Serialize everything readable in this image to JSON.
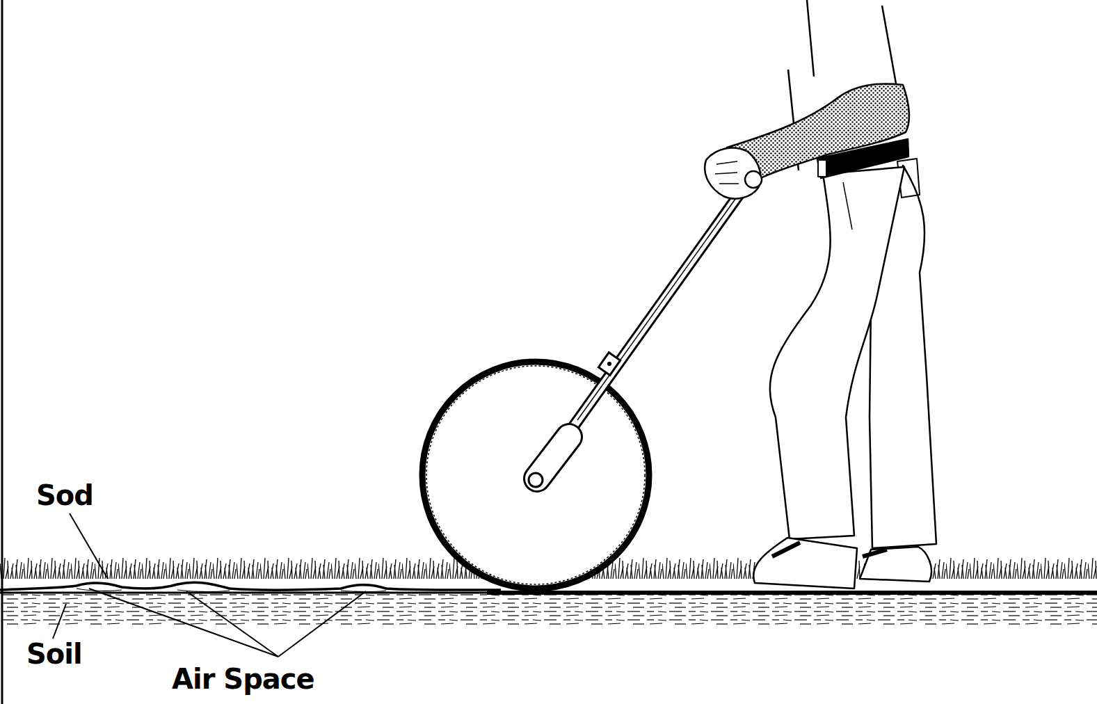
{
  "diagram": {
    "labels": [
      "Sod",
      "Soil",
      "Air Space"
    ]
  }
}
